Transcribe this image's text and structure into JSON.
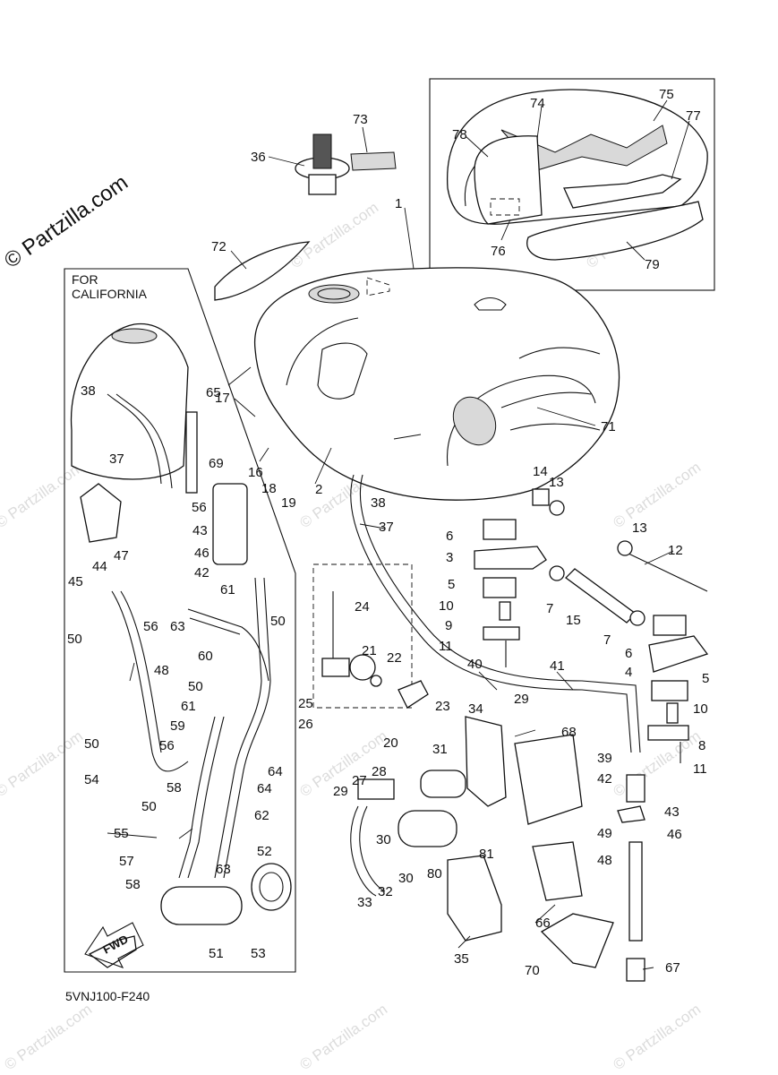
{
  "copyright": "© Partzilla.com",
  "watermark": "© Partzilla.com",
  "inset_title_line1": "FOR",
  "inset_title_line2": "CALIFORNIA",
  "diagram_code": "5VNJ100-F240",
  "fwd_label": "FWD",
  "callouts": [
    {
      "id": "c1",
      "text": "1"
    },
    {
      "id": "c2",
      "text": "2"
    },
    {
      "id": "c3",
      "text": "3"
    },
    {
      "id": "c4",
      "text": "4"
    },
    {
      "id": "c5a",
      "text": "5"
    },
    {
      "id": "c5b",
      "text": "5"
    },
    {
      "id": "c6a",
      "text": "6"
    },
    {
      "id": "c6b",
      "text": "6"
    },
    {
      "id": "c7a",
      "text": "7"
    },
    {
      "id": "c7b",
      "text": "7"
    },
    {
      "id": "c8",
      "text": "8"
    },
    {
      "id": "c9",
      "text": "9"
    },
    {
      "id": "c10a",
      "text": "10"
    },
    {
      "id": "c10b",
      "text": "10"
    },
    {
      "id": "c11a",
      "text": "11"
    },
    {
      "id": "c11b",
      "text": "11"
    },
    {
      "id": "c12",
      "text": "12"
    },
    {
      "id": "c13a",
      "text": "13"
    },
    {
      "id": "c13b",
      "text": "13"
    },
    {
      "id": "c14",
      "text": "14"
    },
    {
      "id": "c15",
      "text": "15"
    },
    {
      "id": "c16",
      "text": "16"
    },
    {
      "id": "c17",
      "text": "17"
    },
    {
      "id": "c18",
      "text": "18"
    },
    {
      "id": "c19",
      "text": "19"
    },
    {
      "id": "c20",
      "text": "20"
    },
    {
      "id": "c21",
      "text": "21"
    },
    {
      "id": "c22",
      "text": "22"
    },
    {
      "id": "c23",
      "text": "23"
    },
    {
      "id": "c24",
      "text": "24"
    },
    {
      "id": "c25",
      "text": "25"
    },
    {
      "id": "c26",
      "text": "26"
    },
    {
      "id": "c27",
      "text": "27"
    },
    {
      "id": "c28",
      "text": "28"
    },
    {
      "id": "c29a",
      "text": "29"
    },
    {
      "id": "c29b",
      "text": "29"
    },
    {
      "id": "c30a",
      "text": "30"
    },
    {
      "id": "c30b",
      "text": "30"
    },
    {
      "id": "c31",
      "text": "31"
    },
    {
      "id": "c32",
      "text": "32"
    },
    {
      "id": "c33",
      "text": "33"
    },
    {
      "id": "c34",
      "text": "34"
    },
    {
      "id": "c35",
      "text": "35"
    },
    {
      "id": "c36",
      "text": "36"
    },
    {
      "id": "c37a",
      "text": "37"
    },
    {
      "id": "c37b",
      "text": "37"
    },
    {
      "id": "c38a",
      "text": "38"
    },
    {
      "id": "c38b",
      "text": "38"
    },
    {
      "id": "c39",
      "text": "39"
    },
    {
      "id": "c40",
      "text": "40"
    },
    {
      "id": "c41",
      "text": "41"
    },
    {
      "id": "c42a",
      "text": "42"
    },
    {
      "id": "c42b",
      "text": "42"
    },
    {
      "id": "c43a",
      "text": "43"
    },
    {
      "id": "c43b",
      "text": "43"
    },
    {
      "id": "c44",
      "text": "44"
    },
    {
      "id": "c45",
      "text": "45"
    },
    {
      "id": "c46a",
      "text": "46"
    },
    {
      "id": "c46b",
      "text": "46"
    },
    {
      "id": "c47",
      "text": "47"
    },
    {
      "id": "c48a",
      "text": "48"
    },
    {
      "id": "c48b",
      "text": "48"
    },
    {
      "id": "c49",
      "text": "49"
    },
    {
      "id": "c50a",
      "text": "50"
    },
    {
      "id": "c50b",
      "text": "50"
    },
    {
      "id": "c50c",
      "text": "50"
    },
    {
      "id": "c50d",
      "text": "50"
    },
    {
      "id": "c50e",
      "text": "50"
    },
    {
      "id": "c51",
      "text": "51"
    },
    {
      "id": "c52",
      "text": "52"
    },
    {
      "id": "c53",
      "text": "53"
    },
    {
      "id": "c54",
      "text": "54"
    },
    {
      "id": "c55",
      "text": "55"
    },
    {
      "id": "c56a",
      "text": "56"
    },
    {
      "id": "c56b",
      "text": "56"
    },
    {
      "id": "c56c",
      "text": "56"
    },
    {
      "id": "c57",
      "text": "57"
    },
    {
      "id": "c58a",
      "text": "58"
    },
    {
      "id": "c58b",
      "text": "58"
    },
    {
      "id": "c59",
      "text": "59"
    },
    {
      "id": "c60",
      "text": "60"
    },
    {
      "id": "c61a",
      "text": "61"
    },
    {
      "id": "c61b",
      "text": "61"
    },
    {
      "id": "c62",
      "text": "62"
    },
    {
      "id": "c63a",
      "text": "63"
    },
    {
      "id": "c63b",
      "text": "63"
    },
    {
      "id": "c64a",
      "text": "64"
    },
    {
      "id": "c64b",
      "text": "64"
    },
    {
      "id": "c65",
      "text": "65"
    },
    {
      "id": "c66",
      "text": "66"
    },
    {
      "id": "c67",
      "text": "67"
    },
    {
      "id": "c68",
      "text": "68"
    },
    {
      "id": "c69",
      "text": "69"
    },
    {
      "id": "c70",
      "text": "70"
    },
    {
      "id": "c71",
      "text": "71"
    },
    {
      "id": "c72",
      "text": "72"
    },
    {
      "id": "c73",
      "text": "73"
    },
    {
      "id": "c74",
      "text": "74"
    },
    {
      "id": "c75",
      "text": "75"
    },
    {
      "id": "c76",
      "text": "76"
    },
    {
      "id": "c77",
      "text": "77"
    },
    {
      "id": "c78",
      "text": "78"
    },
    {
      "id": "c79",
      "text": "79"
    },
    {
      "id": "c80",
      "text": "80"
    },
    {
      "id": "c81",
      "text": "81"
    }
  ]
}
